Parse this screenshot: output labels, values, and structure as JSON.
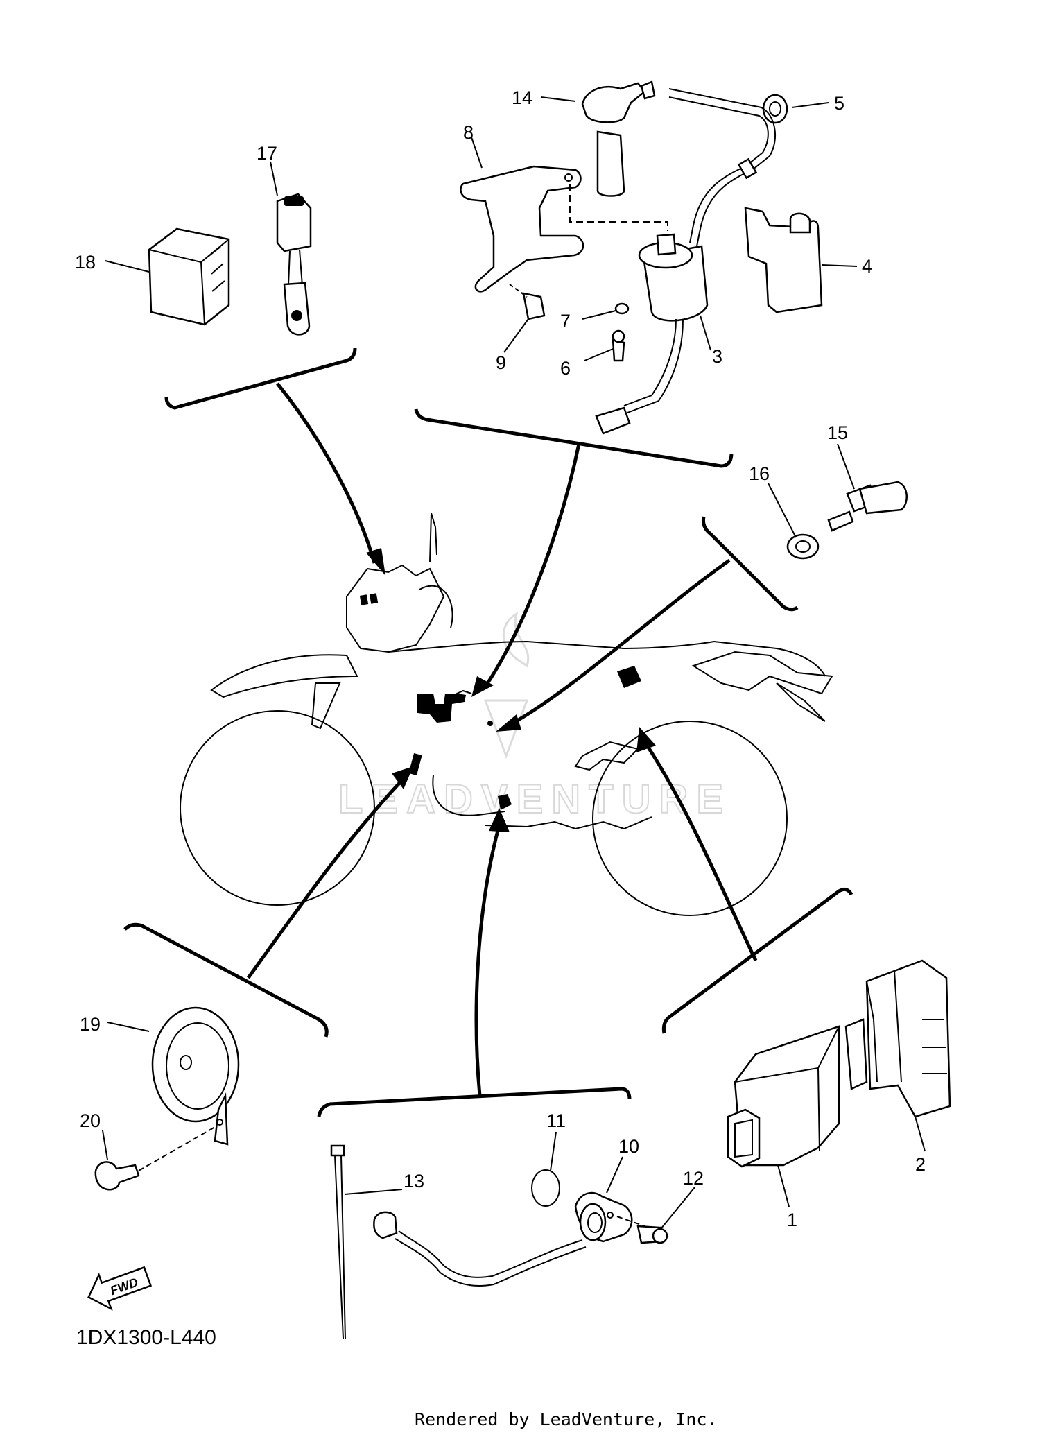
{
  "diagram": {
    "part_labels": {
      "p1": "1",
      "p2": "2",
      "p3": "3",
      "p4": "4",
      "p5": "5",
      "p6": "6",
      "p7": "7",
      "p8": "8",
      "p9": "9",
      "p10": "10",
      "p11": "11",
      "p12": "12",
      "p13": "13",
      "p14": "14",
      "p15": "15",
      "p16": "16",
      "p17": "17",
      "p18": "18",
      "p19": "19",
      "p20": "20"
    },
    "fwd_label": "FWD",
    "diagram_code": "1DX1300-L440",
    "watermark": "LEADVENTURE",
    "footer": "Rendered by LeadVenture, Inc."
  }
}
